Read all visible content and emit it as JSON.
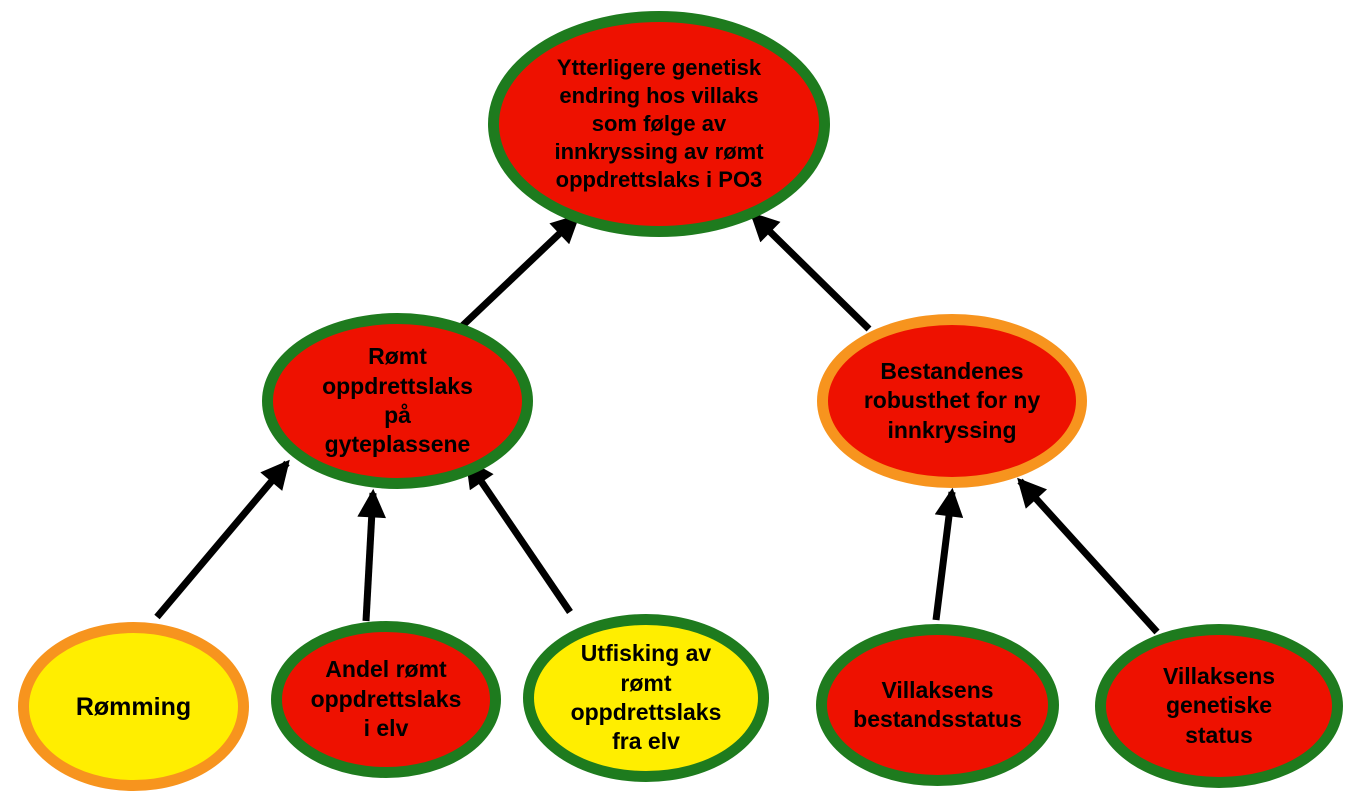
{
  "colors": {
    "background": "#ffffff",
    "red_fill": "#ee1100",
    "yellow_fill": "#ffee00",
    "green_border": "#1e7b1e",
    "orange_border": "#f7941e",
    "arrow": "#000000",
    "text": "#000000"
  },
  "nodes": {
    "top": {
      "label": "Ytterligere genetisk\nendring hos villaks\nsom følge av\ninnkryssing av rømt\noppdrettslaks i PO3",
      "fill": "#ee1100",
      "border": "#1e7b1e"
    },
    "gyteplassene": {
      "label": "Rømt\noppdrettslaks\npå\ngyteplassene",
      "fill": "#ee1100",
      "border": "#1e7b1e"
    },
    "robusthet": {
      "label": "Bestandenes\nrobusthet for ny\ninnkryssing",
      "fill": "#ee1100",
      "border": "#f7941e"
    },
    "romming": {
      "label": "Rømming",
      "fill": "#ffee00",
      "border": "#f7941e"
    },
    "andel_romt": {
      "label": "Andel rømt\noppdrettslaks\ni elv",
      "fill": "#ee1100",
      "border": "#1e7b1e"
    },
    "utfisking": {
      "label": "Utfisking av\nrømt\noppdrettslaks\nfra elv",
      "fill": "#ffee00",
      "border": "#1e7b1e"
    },
    "bestandsstatus": {
      "label": "Villaksens\nbestandsstatus",
      "fill": "#ee1100",
      "border": "#1e7b1e"
    },
    "genetisk_status": {
      "label": "Villaksens\ngenetiske\nstatus",
      "fill": "#ee1100",
      "border": "#1e7b1e"
    }
  },
  "edges": [
    {
      "from": "gyteplassene",
      "to": "top"
    },
    {
      "from": "robusthet",
      "to": "top"
    },
    {
      "from": "romming",
      "to": "gyteplassene"
    },
    {
      "from": "andel_romt",
      "to": "gyteplassene"
    },
    {
      "from": "utfisking",
      "to": "gyteplassene"
    },
    {
      "from": "bestandsstatus",
      "to": "robusthet"
    },
    {
      "from": "genetisk_status",
      "to": "robusthet"
    }
  ]
}
